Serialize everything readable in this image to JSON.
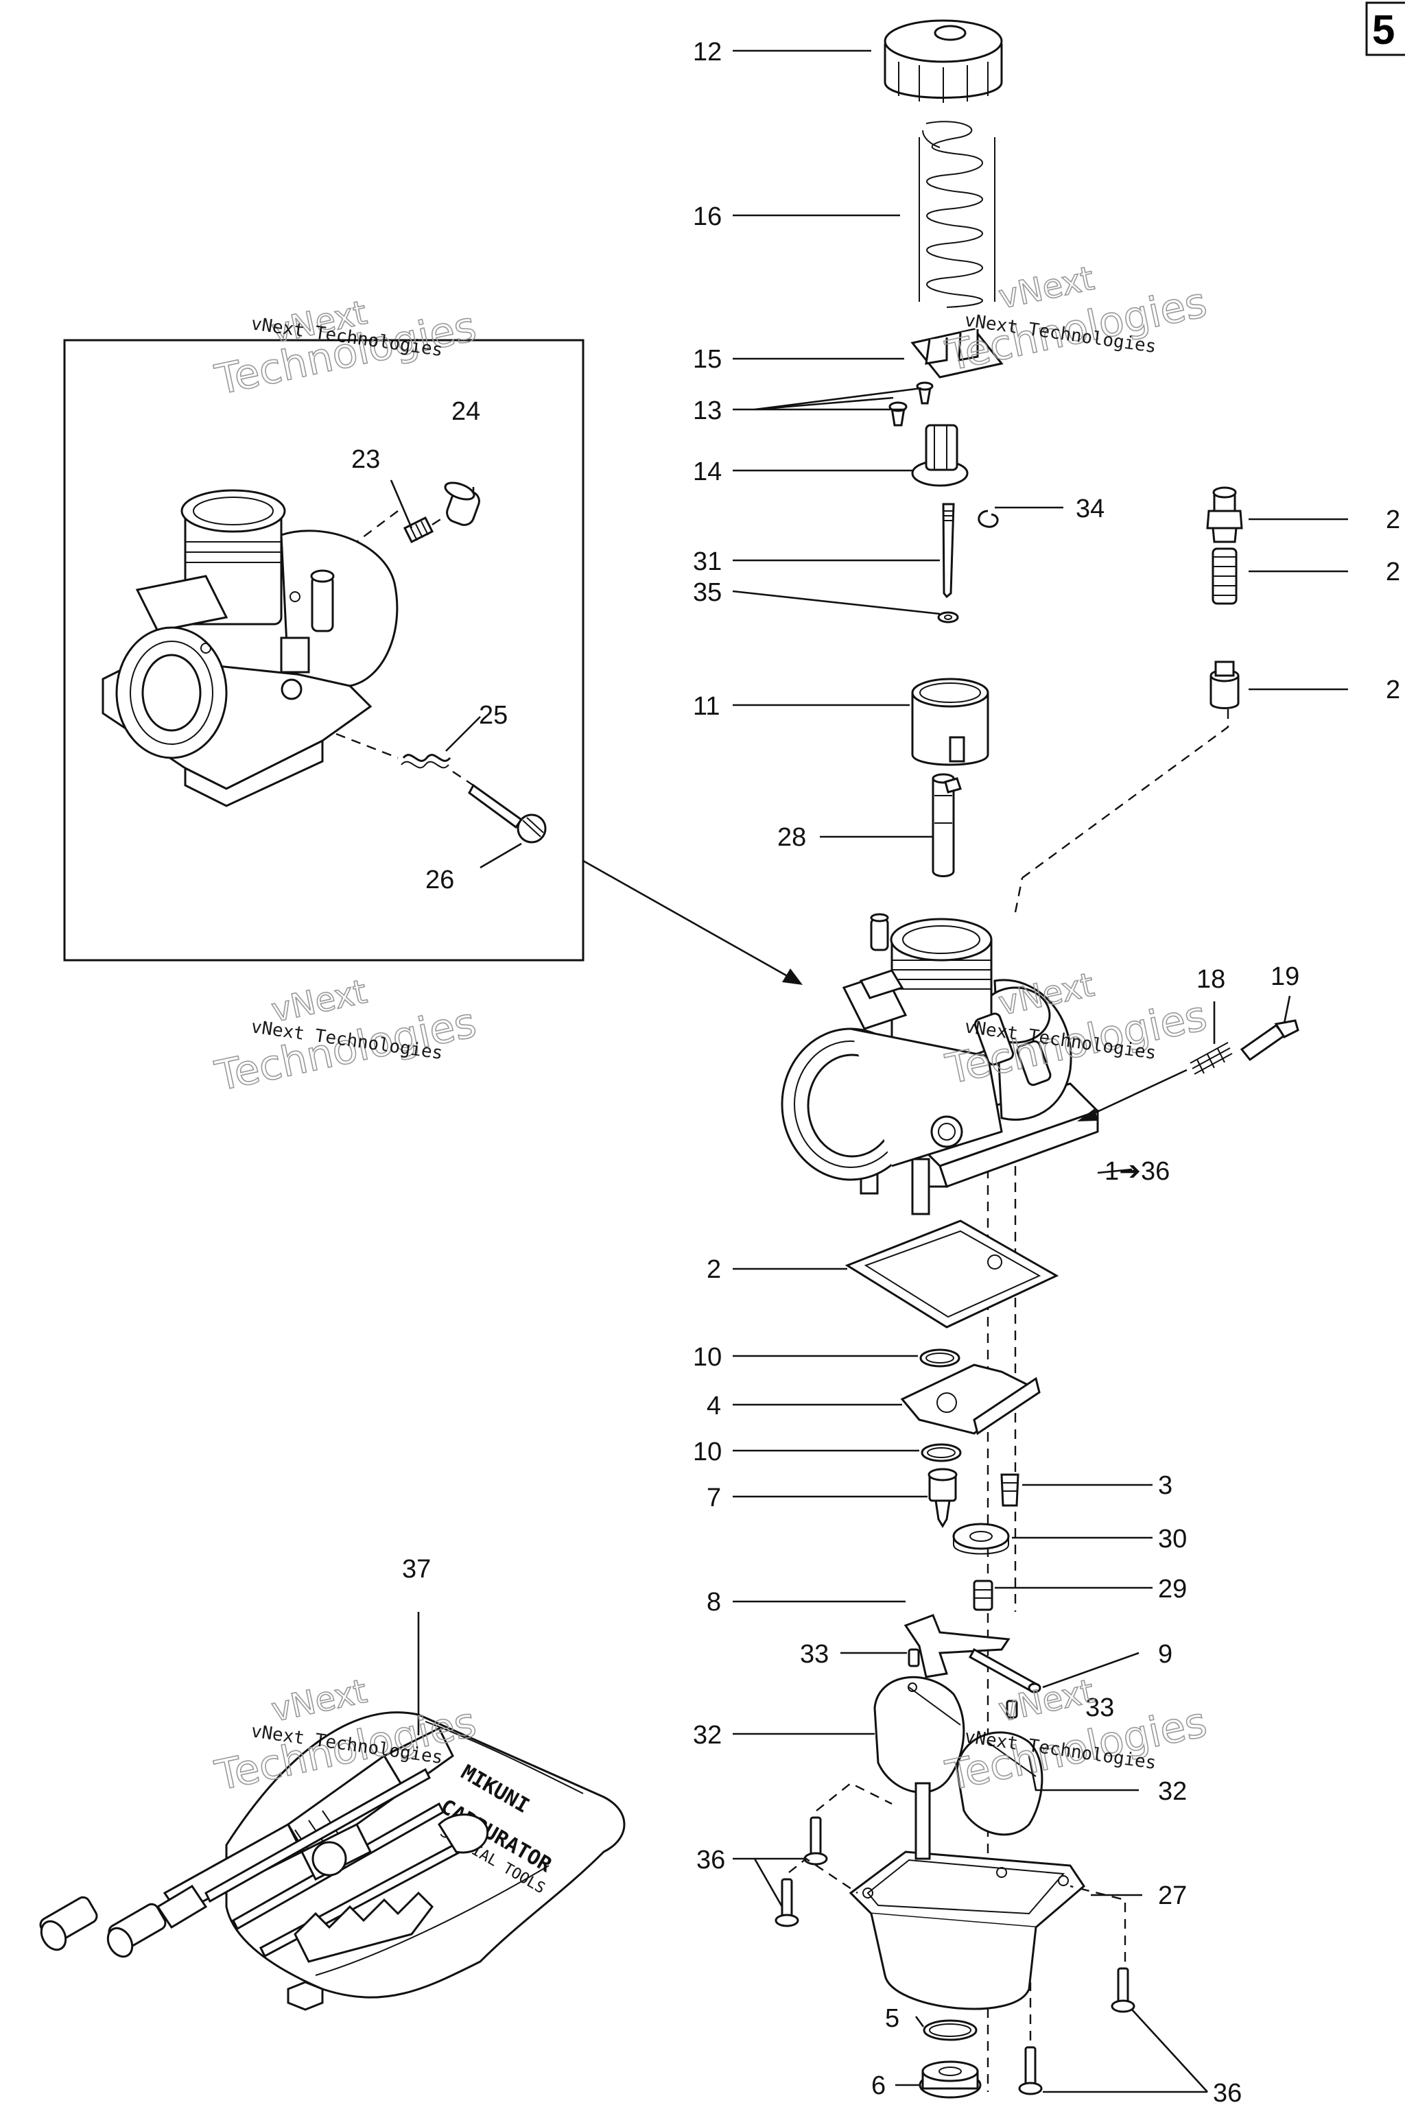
{
  "page_number": "5",
  "watermark": {
    "line1": "vNext",
    "line2": "Technologies",
    "combined": "vNext Technologies"
  },
  "callouts": {
    "c12": "12",
    "c16": "16",
    "c15": "15",
    "c13": "13",
    "c14": "14",
    "c34": "34",
    "c31": "31",
    "c35": "35",
    "c11": "11",
    "c28": "28",
    "c24": "24",
    "c23": "23",
    "c25": "25",
    "c26": "26",
    "c20": "2",
    "c21": "2",
    "c22": "2",
    "c18": "18",
    "c19": "19",
    "c1to36": "1➔36",
    "c2": "2",
    "c10a": "10",
    "c4": "4",
    "c10b": "10",
    "c7": "7",
    "c3": "3",
    "c30": "30",
    "c29": "29",
    "c8": "8",
    "c9": "9",
    "c33a": "33",
    "c33b": "33",
    "c32a": "32",
    "c32b": "32",
    "c36a": "36",
    "c27": "27",
    "c5": "5",
    "c6": "6",
    "c36b": "36",
    "c37": "37"
  },
  "tool_kit_text": {
    "line1": "MIKUNI",
    "line2": "CARBURATOR",
    "line3": "SPECIAL TOOLS"
  }
}
